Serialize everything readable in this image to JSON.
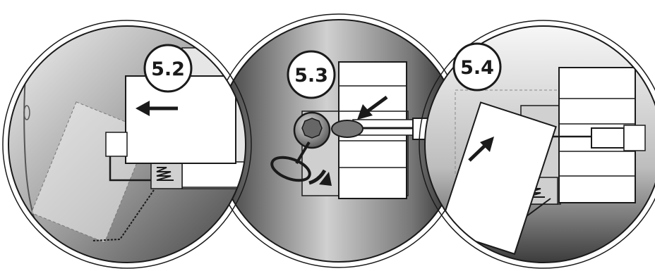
{
  "steps": [
    {
      "label": "5.2",
      "arrow": "left"
    },
    {
      "label": "5.3",
      "arrow": "down-left"
    },
    {
      "label": "5.4",
      "arrow": "up-right"
    }
  ],
  "colors": {
    "outline": "#1a1a1a",
    "panel_fill": "#ffffff",
    "housing_fill": "#d9d9d9",
    "knob_fill": "#8a8a8a",
    "background_gradient": [
      "#f5f5f5",
      "#2b2b2b"
    ]
  }
}
